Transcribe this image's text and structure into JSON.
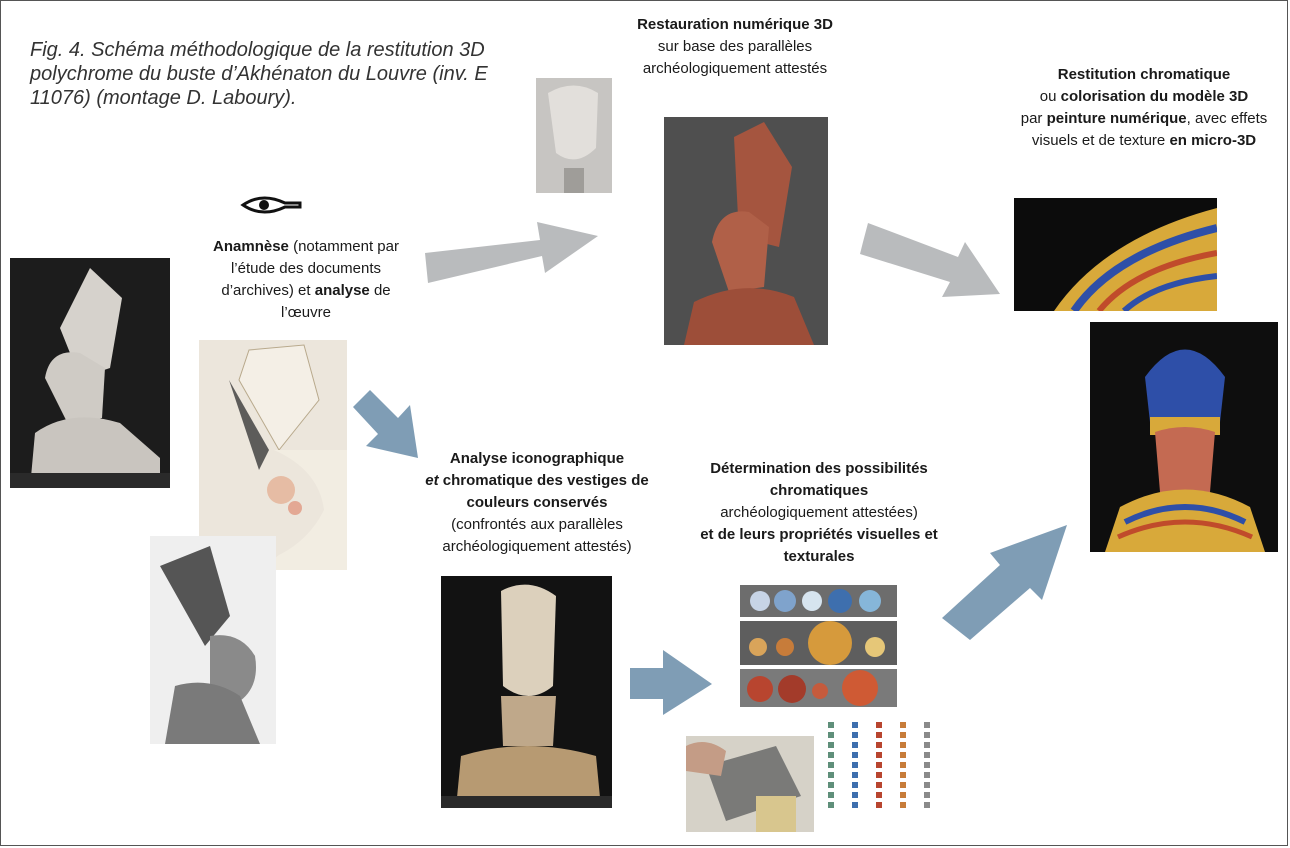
{
  "caption": "Fig. 4. Schéma méthodologique de la restitution 3D polychrome du buste d’Akhénaton du Louvre (inv. E 11076) (montage D. Laboury).",
  "steps": {
    "anamnese": {
      "b1": "Anamnèse",
      "t1": " (notamment par l’étude des documents d’archives) et ",
      "b2": "analyse",
      "t2": " de l’œuvre"
    },
    "restauration": {
      "b1": "Restauration numérique 3D",
      "t1": "sur base des parallèles archéologiquement attestés"
    },
    "restitution": {
      "b1": "Restitution chromatique",
      "t1": "ou ",
      "b2": "colorisation du modèle 3D",
      "t2": "par ",
      "b3": "peinture numérique",
      "t3": ", avec effets visuels et de texture ",
      "b4": "en micro-3D"
    },
    "iconographique": {
      "b1": "Analyse iconographique",
      "i1": "et",
      "b2": " chromatique des vestiges de couleurs conservés",
      "t1": "(confrontés aux parallèles archéologiquement attestés)"
    },
    "determination": {
      "b1": "Détermination des possibilités chromatiques",
      "t1": "archéologiquement attestées)",
      "b2": "et de leurs propriétés visuelles et texturales"
    }
  },
  "icons": [
    "eye-hieroglyph-icon"
  ],
  "colors": {
    "arrow_gray": "#b9bbbd",
    "arrow_blue": "#7f9db5",
    "photo_bg_dark": "#1e1e1e",
    "stone": "#d8d4ce",
    "terracotta_model": "#a5553f",
    "crown_blue": "#2e4fa8",
    "gold": "#d8a93a"
  }
}
